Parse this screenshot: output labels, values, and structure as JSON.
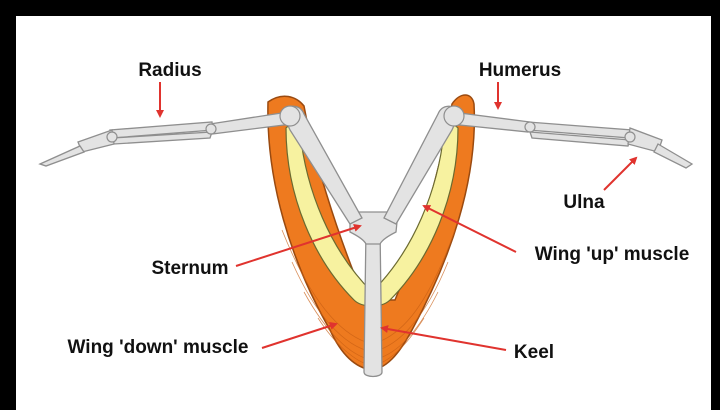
{
  "labels": {
    "radius": "Radius",
    "humerus": "Humerus",
    "ulna": "Ulna",
    "sternum": "Sternum",
    "wing_up_muscle": "Wing 'up' muscle",
    "wing_down_muscle": "Wing 'down' muscle",
    "keel": "Keel"
  },
  "colors": {
    "border": "#000000",
    "background": "#ffffff",
    "down_muscle": "#ee7a1f",
    "down_muscle_outline": "#9a4a10",
    "up_muscle": "#f7f2a0",
    "bone": "#e3e3e3",
    "bone_outline": "#8f8f8f",
    "arrow": "#e0332e"
  }
}
